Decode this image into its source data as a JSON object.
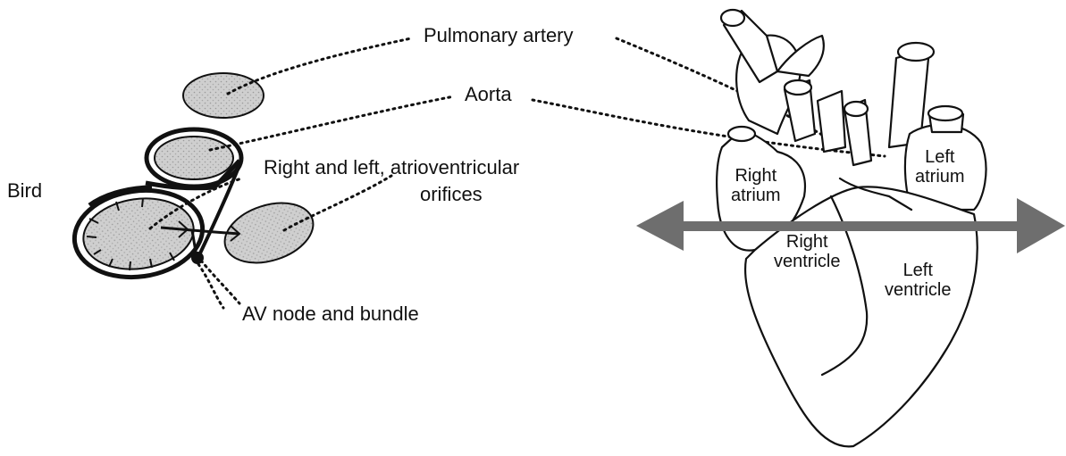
{
  "labels": {
    "pulmonary_artery": "Pulmonary artery",
    "aorta": "Aorta",
    "av_orifices_line1": "Right and left, atrioventricular",
    "av_orifices_line2": "orifices",
    "av_node": "AV node and bundle",
    "bird": "Bird"
  },
  "heart_labels": {
    "right_atrium_1": "Right",
    "right_atrium_2": "atrium",
    "left_atrium_1": "Left",
    "left_atrium_2": "atrium",
    "right_ventricle_1": "Right",
    "right_ventricle_2": "ventricle",
    "left_ventricle_1": "Left",
    "left_ventricle_2": "ventricle"
  },
  "colors": {
    "chamber_fill": "#c8c8c8",
    "arrow": "#6e6e6e",
    "ink": "#111111"
  }
}
